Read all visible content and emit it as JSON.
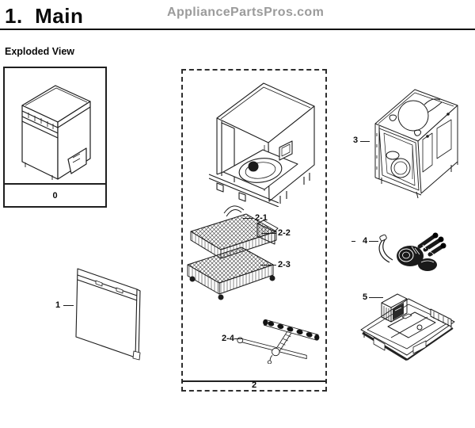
{
  "header": {
    "title": "1.  Main",
    "watermark": "AppliancePartsPros.com"
  },
  "section_label": "Exploded View",
  "callouts": {
    "c0": "0",
    "c1": "1",
    "c2": "2",
    "c2_1": "2-1",
    "c2_2": "2-2",
    "c2_3": "2-3",
    "c2_4": "2-4",
    "c3": "3",
    "c4": "4",
    "c5": "5"
  },
  "drawings": {
    "overview": "assembled-dishwasher",
    "door": "door-outer-panel",
    "tub_inner": "tub-liner",
    "racks": "basket-rack-assembly",
    "spray_arm": "spray-arm",
    "tub_frame": "tub-frame-assembly",
    "pump": "pump-hose-assembly",
    "base": "base-sump-assembly"
  },
  "colors": {
    "line": "#1c1c1c",
    "watermark": "#9b9b9b",
    "background": "#ffffff"
  }
}
